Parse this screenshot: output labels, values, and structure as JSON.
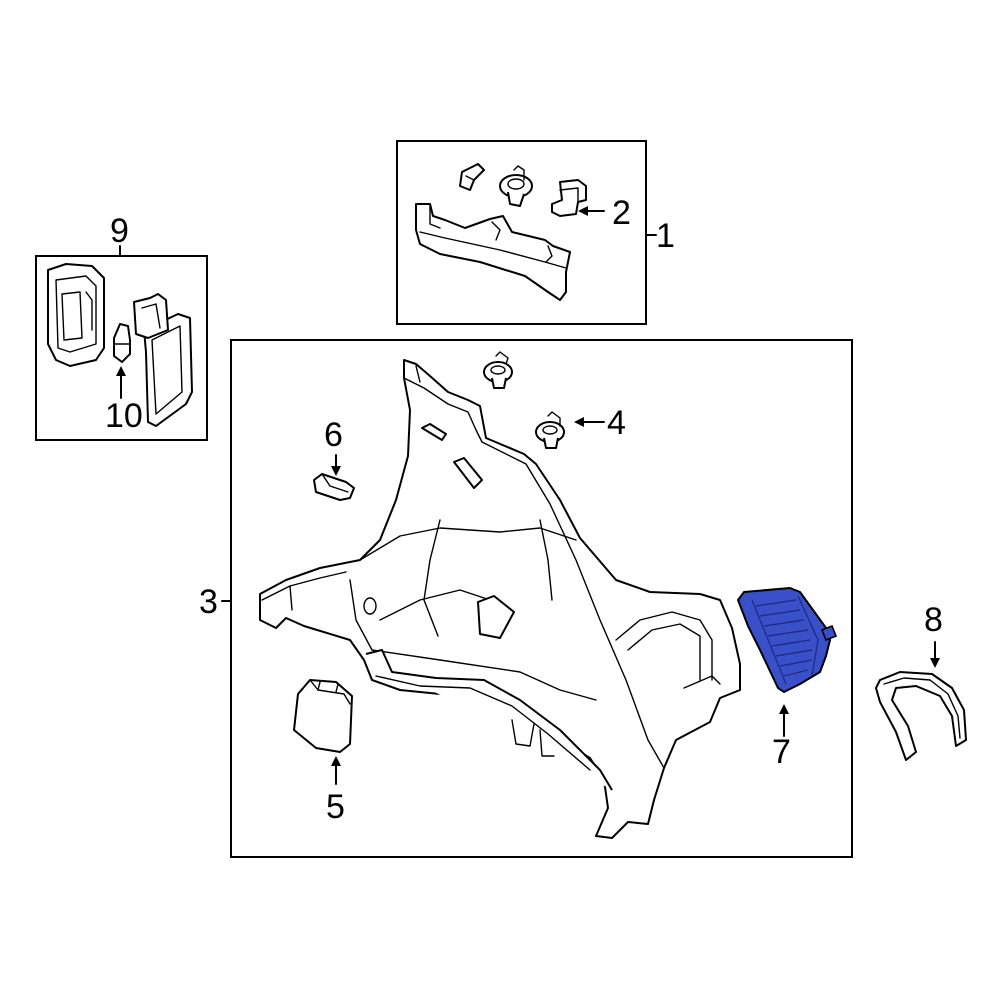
{
  "callouts": {
    "c1": "1",
    "c2": "2",
    "c3": "3",
    "c4": "4",
    "c5": "5",
    "c6": "6",
    "c7": "7",
    "c8": "8",
    "c9": "9",
    "c10": "10"
  },
  "colors": {
    "highlight": "#3a50c8",
    "highlight_dark": "#1e2f8a",
    "line": "#000000",
    "background": "#ffffff"
  }
}
